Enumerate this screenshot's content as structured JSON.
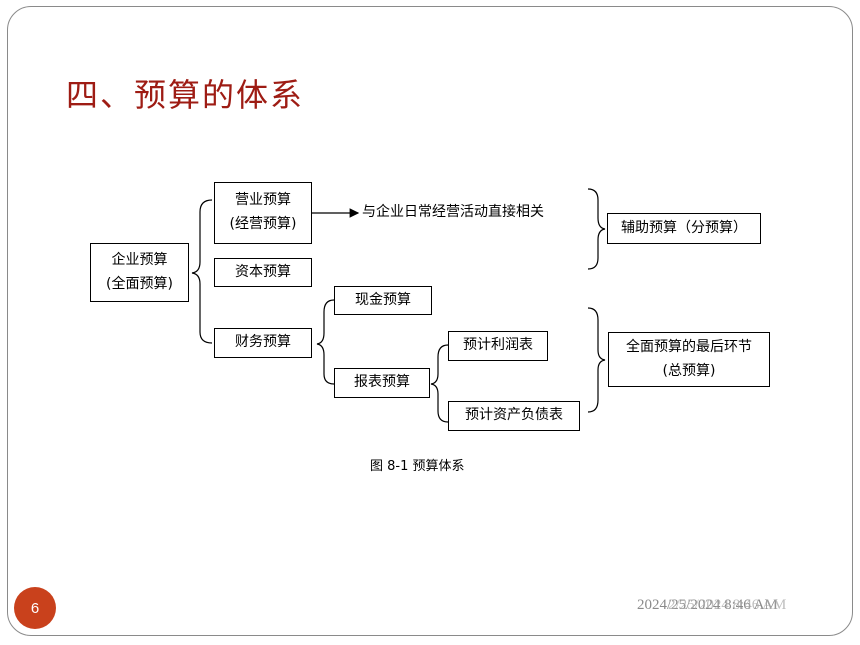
{
  "slide": {
    "title": "四、预算的体系",
    "page_number": "6",
    "date": "2024/25/2024 8:46 AM",
    "date_overlap": "2/25/2024 8:46 AM"
  },
  "diagram": {
    "root": {
      "line1": "企业预算",
      "line2": "(全面预算)"
    },
    "operating": {
      "line1": "营业预算",
      "line2": "(经营预算)"
    },
    "capital": {
      "label": "资本预算"
    },
    "financial": {
      "label": "财务预算"
    },
    "cash": {
      "label": "现金预算"
    },
    "statements": {
      "label": "报表预算"
    },
    "income": {
      "label": "预计利润表"
    },
    "balance": {
      "label": "预计资产负债表"
    },
    "arrow_text": "与企业日常经营活动直接相关",
    "auxiliary": {
      "label": "辅助预算（分预算）"
    },
    "master": {
      "line1": "全面预算的最后环节",
      "line2": "(总预算)"
    },
    "caption": "图 8-1  预算体系"
  }
}
